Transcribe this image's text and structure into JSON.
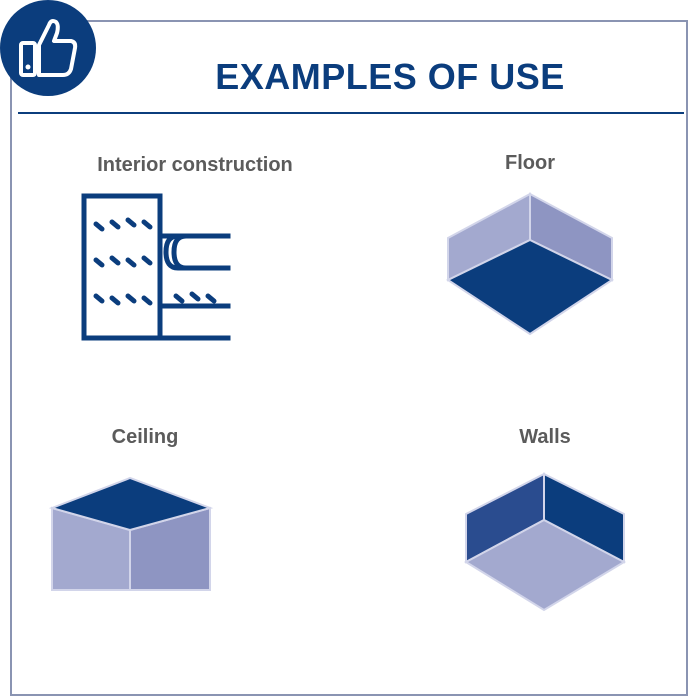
{
  "header": {
    "title": "EXAMPLES OF USE",
    "badge_icon": "thumbs-up-icon"
  },
  "examples": [
    {
      "label": "Interior construction",
      "icon": "interior-construction-icon"
    },
    {
      "label": "Floor",
      "icon": "floor-icon"
    },
    {
      "label": "Ceiling",
      "icon": "ceiling-icon"
    },
    {
      "label": "Walls",
      "icon": "walls-icon"
    }
  ],
  "colors": {
    "primary": "#0b3d7d",
    "light": "#a3a9cf",
    "mid": "#8e95c2",
    "text": "#5b5b5b"
  }
}
